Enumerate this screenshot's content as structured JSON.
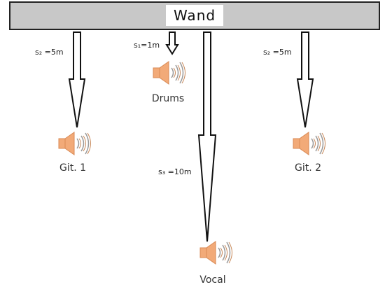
{
  "wall": {
    "label": "Wand",
    "color": "#c8c8c8",
    "label_bg": "#ffffff"
  },
  "speaker": {
    "icon": "speaker-sound-icon",
    "color": "#f2aa78",
    "outline": "#d98a55"
  },
  "distances": {
    "git1": {
      "text": "s₂ =5m",
      "meters": 5
    },
    "drums": {
      "text": "s₁=1m",
      "meters": 1
    },
    "vocal": {
      "text": "s₃ =10m",
      "meters": 10
    },
    "git2": {
      "text": "s₂ =5m",
      "meters": 5
    }
  },
  "sources": {
    "git1": "Git. 1",
    "drums": "Drums",
    "vocal": "Vocal",
    "git2": "Git. 2"
  }
}
